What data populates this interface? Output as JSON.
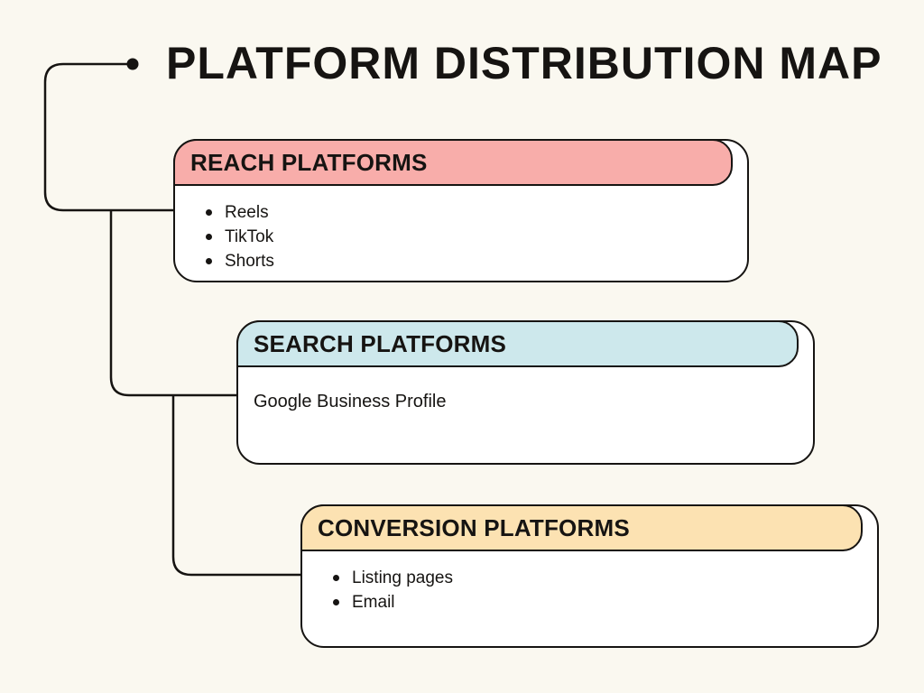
{
  "title": "PLATFORM DISTRIBUTION MAP",
  "colors": {
    "background": "#FAF8F0",
    "ink": "#161412",
    "card_background": "#FFFFFF",
    "reach_header": "#F8ADAA",
    "search_header": "#CDE8EC",
    "conversion_header": "#FCE2B2"
  },
  "cards": [
    {
      "label": "REACH PLATFORMS",
      "header_color": "#F8ADAA",
      "items": [
        "Reels",
        "TikTok",
        "Shorts"
      ]
    },
    {
      "label": "SEARCH PLATFORMS",
      "header_color": "#CDE8EC",
      "text": "Google Business Profile"
    },
    {
      "label": "CONVERSION PLATFORMS",
      "header_color": "#FCE2B2",
      "items": [
        "Listing pages",
        "Email"
      ]
    }
  ]
}
